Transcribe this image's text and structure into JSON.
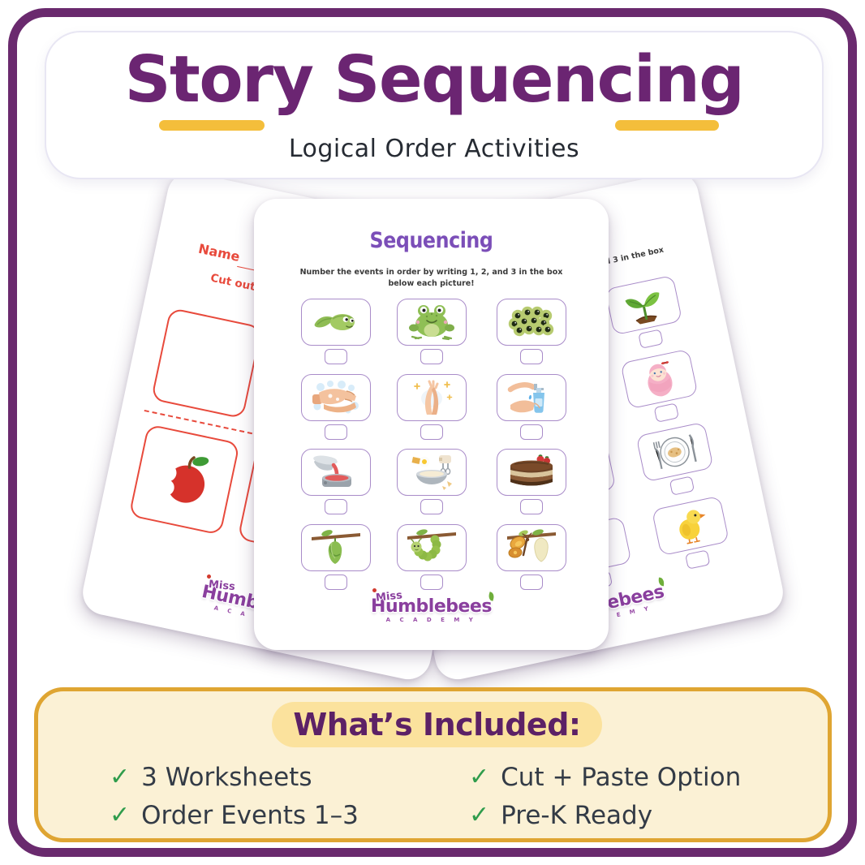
{
  "colors": {
    "brand_purple": "#6B2572",
    "frame_purple": "#6A2A6E",
    "accent_yellow": "#F4BE3B",
    "panel_gold": "#DFA532",
    "panel_bg": "#FBF1D5",
    "pill_bg": "#FBE29D",
    "check_green": "#2F9C4C",
    "worksheet_title_purple": "#7B4EB8",
    "picture_box_purple": "#A98CC9",
    "worksheet_red": "#E84A3C",
    "logo_purple": "#8A3F9E"
  },
  "header": {
    "title": "Story Sequencing",
    "subtitle": "Logical Order Activities"
  },
  "worksheet": {
    "title": "Sequencing",
    "instructions": "Number the events in order by writing 1, 2, and 3 in the box\nbelow each picture!",
    "logo": {
      "miss": "Miss",
      "name": "Humblebees",
      "academy": "A C A D E M Y"
    },
    "center_grid": [
      [
        "tadpole",
        "frog",
        "frog-eggs"
      ],
      [
        "washing-hands",
        "rubbing-hands",
        "soap-dispenser"
      ],
      [
        "pouring-batter",
        "mixing-bowl",
        "chocolate-cake"
      ],
      [
        "chrysalis",
        "caterpillar",
        "butterfly"
      ]
    ],
    "right_grid": [
      [
        "",
        "",
        "sprout"
      ],
      [
        "",
        "",
        "baby"
      ],
      [
        "",
        "",
        "meal-plate"
      ],
      [
        "",
        "",
        "chick"
      ]
    ]
  },
  "left_sheet": {
    "name_label": "Name",
    "cut_text": "Cut out th",
    "card_icon": "apple"
  },
  "included": {
    "heading": "What’s Included:",
    "check": "✓",
    "items": [
      "3 Worksheets",
      "Order Events 1–3",
      "Cut + Paste Option",
      "Pre-K Ready"
    ]
  }
}
